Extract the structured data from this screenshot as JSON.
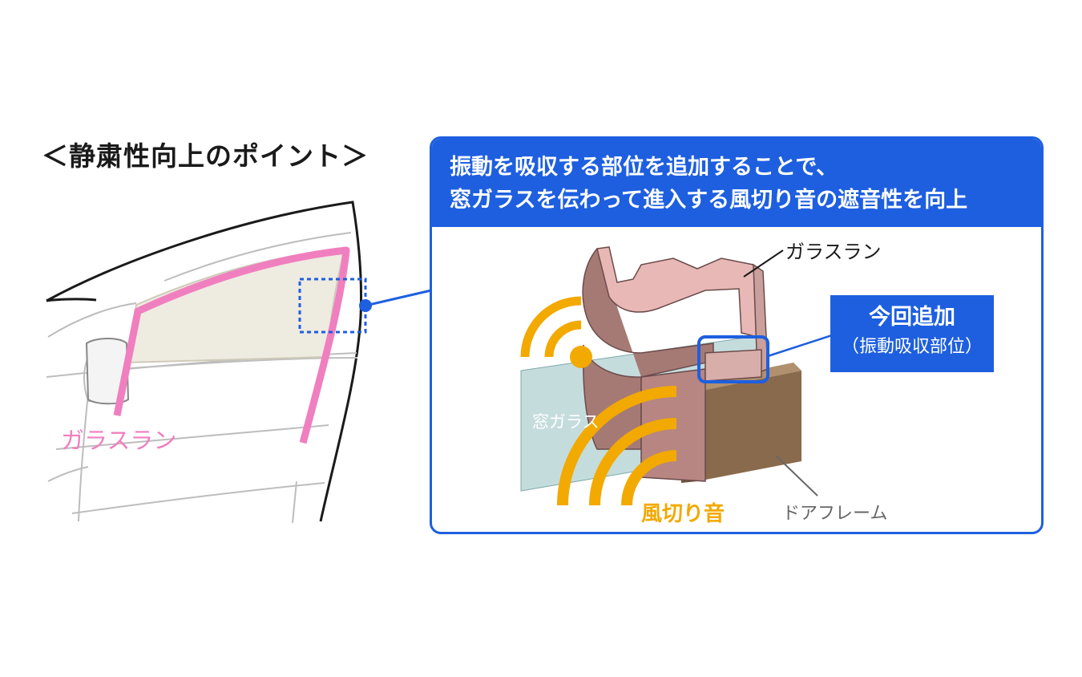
{
  "heading": "＜静粛性向上のポイント＞",
  "car_label": "ガラスラン",
  "panel": {
    "line1": "振動を吸収する部位を追加することで、",
    "line2": "窓ガラスを伝わって進入する風切り音の遮音性を向上"
  },
  "labels": {
    "glass_run": "ガラスラン",
    "window_glass": "窓ガラス",
    "wind_noise": "風切り音",
    "door_frame": "ドアフレーム"
  },
  "callout": {
    "main": "今回追加",
    "sub": "（振動吸収部位）"
  },
  "colors": {
    "accent_blue": "#1e5fe0",
    "glass_run_pink": "#f07fbf",
    "wind_orange": "#f2a900",
    "door_frame_brown": "#8a6a4c"
  }
}
